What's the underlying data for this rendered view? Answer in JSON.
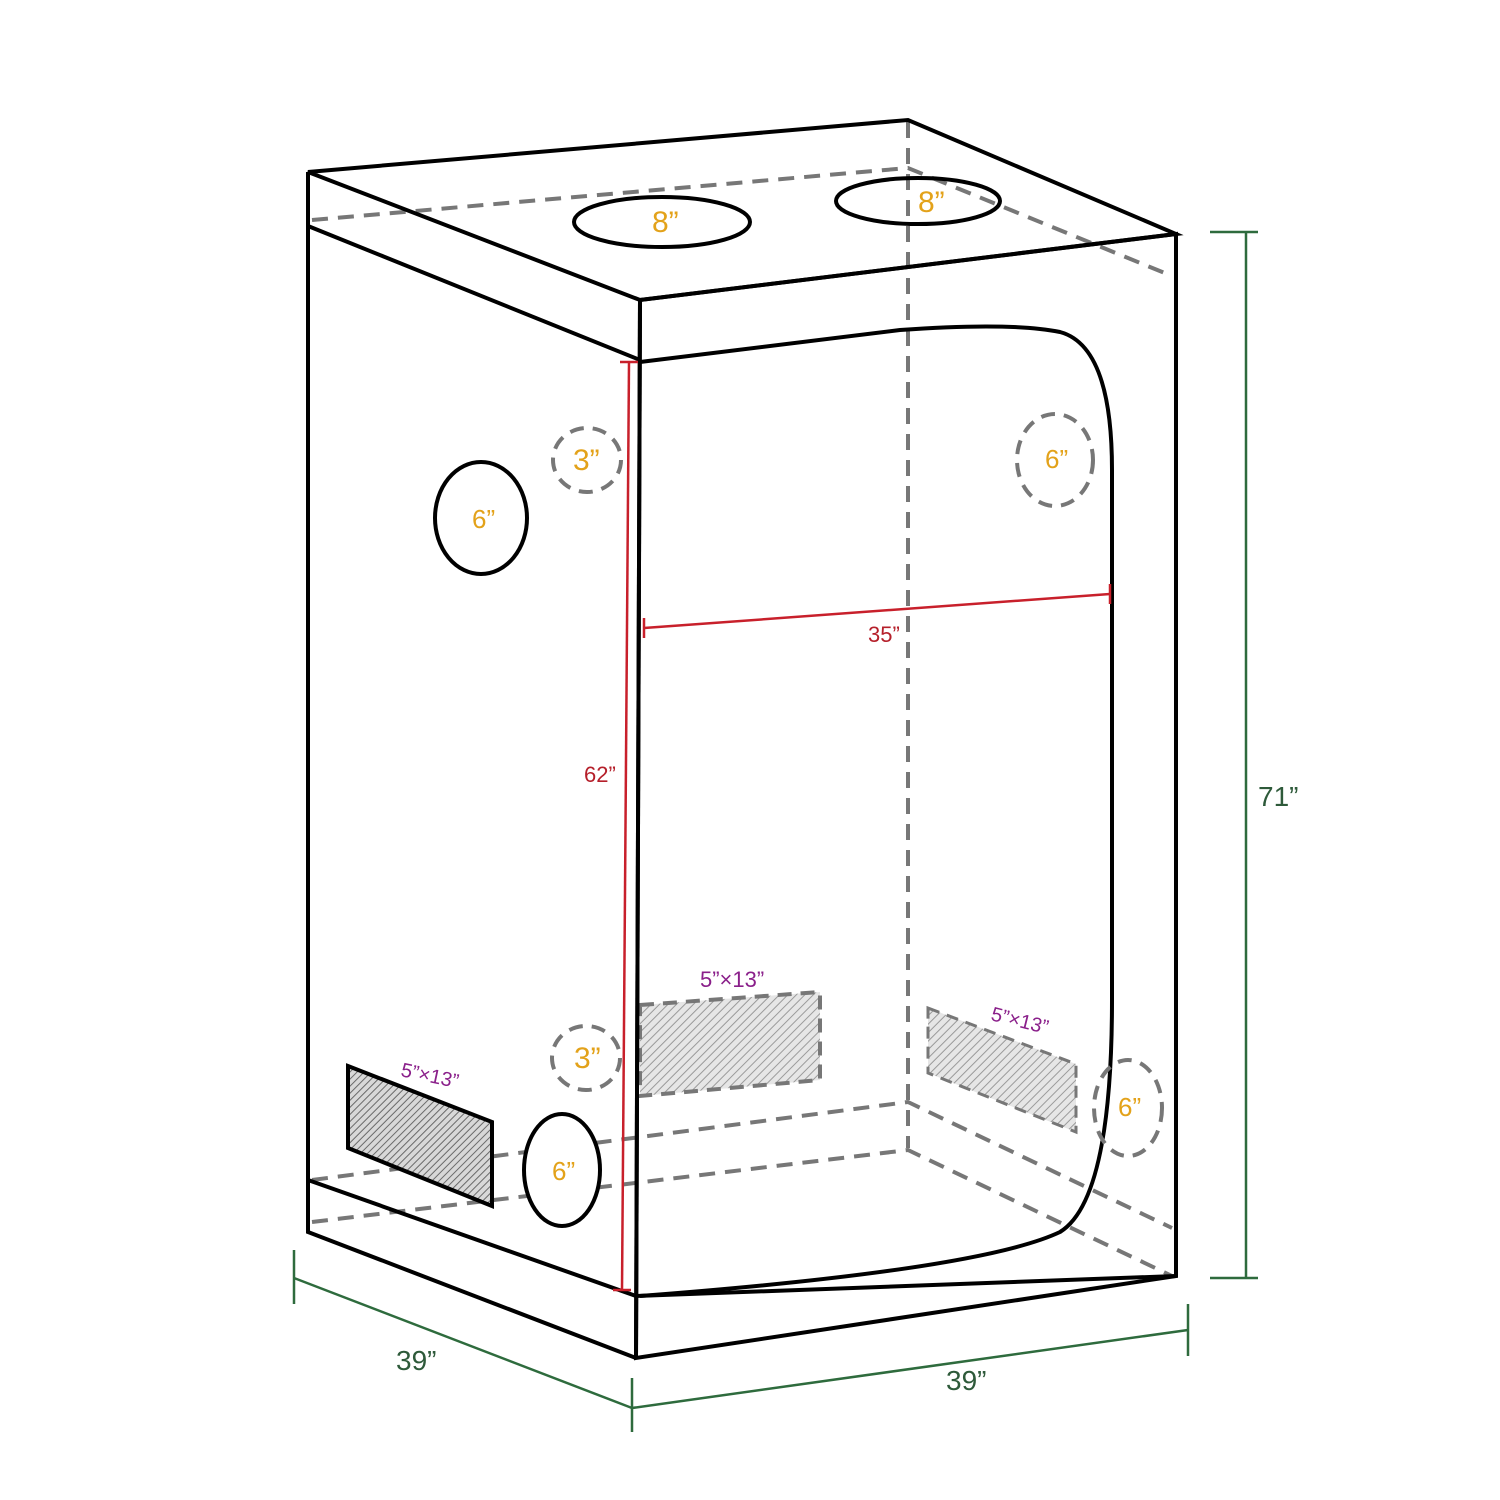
{
  "diagram": {
    "subject": "Grow tent dimensions",
    "outer_dimensions": {
      "height": "71”",
      "width": "39”",
      "depth": "39”"
    },
    "door_dimensions": {
      "height": "62”",
      "width": "35”"
    },
    "top_ports": [
      {
        "label": "8”"
      },
      {
        "label": "8”"
      }
    ],
    "side_ports": [
      {
        "label": "3”",
        "position": "left-upper (dashed)"
      },
      {
        "label": "6”",
        "position": "left-upper (solid)"
      },
      {
        "label": "6”",
        "position": "back-upper (dashed)"
      },
      {
        "label": "3”",
        "position": "left-lower (dashed)"
      },
      {
        "label": "6”",
        "position": "left-lower (solid)"
      },
      {
        "label": "6”",
        "position": "right-lower (dashed)"
      }
    ],
    "vents": [
      {
        "label": "5”×13”",
        "position": "left side (solid)"
      },
      {
        "label": "5”×13”",
        "position": "back wall (dashed)"
      },
      {
        "label": "5”×13”",
        "position": "right side (dashed)"
      }
    ],
    "colors": {
      "outline": "#000000",
      "hidden_line": "#777777",
      "outer_dim": "#2e6b3d",
      "door_dim": "#c8202b",
      "port_label": "#e3a21a",
      "vent_label": "#8a1f8a"
    }
  }
}
